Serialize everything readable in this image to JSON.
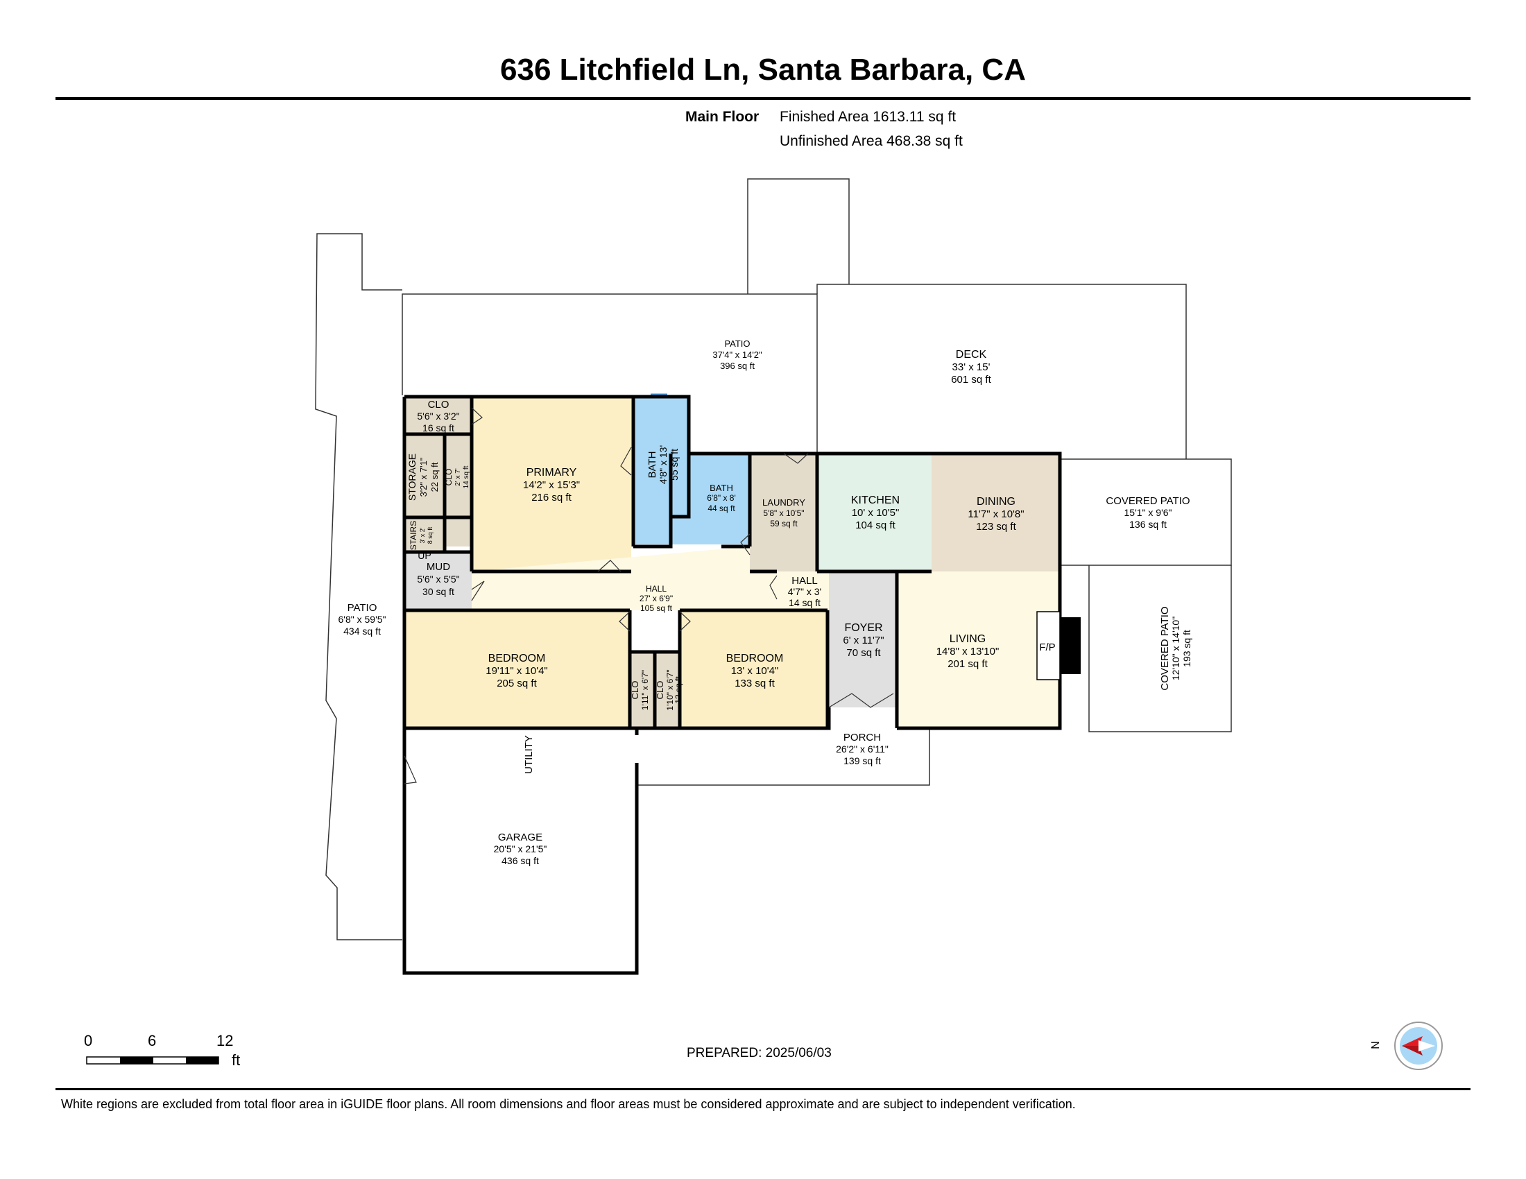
{
  "header": {
    "title": "636 Litchfield Ln, Santa Barbara, CA",
    "floor_name": "Main Floor",
    "finished_area": "Finished Area 1613.11 sq ft",
    "unfinished_area": "Unfinished Area 468.38 sq ft"
  },
  "rooms": {
    "patio_top": {
      "name": "PATIO",
      "dims": "37'4\" x 14'2\"",
      "area": "396 sq ft"
    },
    "deck": {
      "name": "DECK",
      "dims": "33' x 15'",
      "area": "601 sq ft"
    },
    "clo_top": {
      "name": "CLO",
      "dims": "5'6\" x 3'2\"",
      "area": "16 sq ft"
    },
    "primary": {
      "name": "PRIMARY",
      "dims": "14'2\" x 15'3\"",
      "area": "216 sq ft"
    },
    "bath1": {
      "name": "BATH",
      "dims": "4'8\" x 13'",
      "area": "55 sq ft"
    },
    "bath2": {
      "name": "BATH",
      "dims": "6'8\" x 8'",
      "area": "44 sq ft"
    },
    "laundry": {
      "name": "LAUNDRY",
      "dims": "5'8\" x 10'5\"",
      "area": "59 sq ft"
    },
    "kitchen": {
      "name": "KITCHEN",
      "dims": "10' x 10'5\"",
      "area": "104 sq ft"
    },
    "dining": {
      "name": "DINING",
      "dims": "11'7\" x 10'8\"",
      "area": "123 sq ft"
    },
    "covered_patio_1": {
      "name": "COVERED PATIO",
      "dims": "15'1\" x 9'6\"",
      "area": "136 sq ft"
    },
    "storage": {
      "name": "STORAGE",
      "dims": "3'2\" x 7'1\"",
      "area": "22 sq ft"
    },
    "clo_small": {
      "name": "CLO",
      "dims": "2' x 7'",
      "area": "14 sq ft"
    },
    "stairs": {
      "name": "STAIRS",
      "dims": "3' x 2'",
      "area": "8 sq ft",
      "up": "UP"
    },
    "mud": {
      "name": "MUD",
      "dims": "5'6\" x 5'5\"",
      "area": "30 sq ft"
    },
    "hall": {
      "name": "HALL",
      "dims": "27' x 6'9\"",
      "area": "105 sq ft"
    },
    "hall2": {
      "name": "HALL",
      "dims": "4'7\" x 3'",
      "area": "14 sq ft"
    },
    "patio_left": {
      "name": "PATIO",
      "dims": "6'8\" x 59'5\"",
      "area": "434 sq ft"
    },
    "bedroom1": {
      "name": "BEDROOM",
      "dims": "19'11\" x 10'4\"",
      "area": "205 sq ft"
    },
    "bedroom2": {
      "name": "BEDROOM",
      "dims": "13' x 10'4\"",
      "area": "133 sq ft"
    },
    "foyer": {
      "name": "FOYER",
      "dims": "6' x 11'7\"",
      "area": "70 sq ft"
    },
    "living": {
      "name": "LIVING",
      "dims": "14'8\" x 13'10\"",
      "area": "201 sq ft"
    },
    "fireplace": {
      "name": "F/P"
    },
    "covered_patio_2": {
      "name": "COVERED PATIO",
      "dims": "12'10\" x 14'10\"",
      "area": "193 sq ft"
    },
    "clo_a": {
      "name": "CLO",
      "dims": "1'11\" x 6'7\"",
      "area": ""
    },
    "clo_b": {
      "name": "CLO",
      "dims": "1'10\" x 6'7\"",
      "area": "12 sq ft"
    },
    "porch": {
      "name": "PORCH",
      "dims": "26'2\" x 6'11\"",
      "area": "139 sq ft"
    },
    "garage": {
      "name": "GARAGE",
      "dims": "20'5\" x 21'5\"",
      "area": "436 sq ft"
    },
    "utility": {
      "name": "UTILITY"
    }
  },
  "scale": {
    "ticks": [
      "0",
      "6",
      "12"
    ],
    "unit": "ft"
  },
  "compass_label": "N",
  "prepared": "PREPARED: 2025/06/03",
  "footer": "White regions are excluded from total floor area in iGUIDE floor plans. All room dimensions and floor areas must be considered approximate and are subject to independent verification.",
  "colors": {
    "primary": "#fcefc6",
    "bath": "#a8d8f5",
    "laundry": "#e4dccb",
    "kitchen": "#e2f2e8",
    "dining": "#e9dfcc",
    "bedroom": "#fcefc6",
    "living": "#fef9e2",
    "hall": "#fef9e2",
    "closet": "#e4dccb",
    "foyer": "#e0e0e0",
    "window": "#3b8fd1",
    "compass_needle": "#e31b23"
  }
}
